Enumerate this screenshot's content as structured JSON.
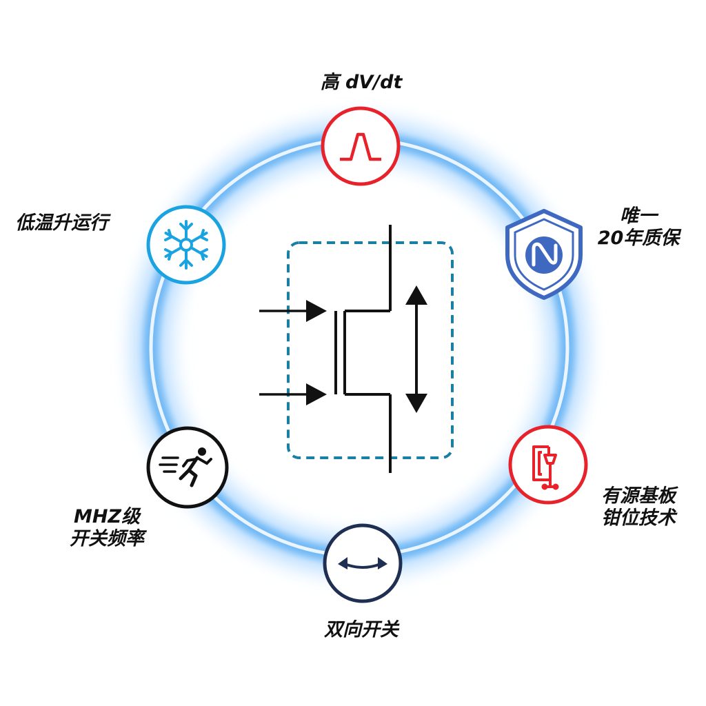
{
  "features": {
    "dvdt": {
      "label": "高 dV/dt",
      "icon": "pulse-icon",
      "color": "#e8222a"
    },
    "low_temp": {
      "label": "低温升运行",
      "icon": "snowflake-icon",
      "color": "#1aa3e0"
    },
    "warranty": {
      "label_line1": "唯一",
      "label_line2": "20年质保",
      "icon": "shield-logo-icon",
      "color": "#3f68c0"
    },
    "mhz": {
      "label_line1": "MHZ级",
      "label_line2": "开关频率",
      "icon": "running-person-icon",
      "color": "#111111"
    },
    "clamp": {
      "label_line1": "有源基板",
      "label_line2": "钳位技术",
      "icon": "clamp-icon",
      "color": "#e8222a"
    },
    "bidirectional": {
      "label": "双向开关",
      "icon": "bidirectional-arrow-icon",
      "color": "#1f2f52"
    }
  },
  "center": {
    "icon": "dual-gate-transistor-symbol",
    "box_color": "#1a7fa4",
    "line_color": "#111111"
  },
  "ring": {
    "color": "#4aa6f0",
    "glow": "#bfe0ff"
  }
}
